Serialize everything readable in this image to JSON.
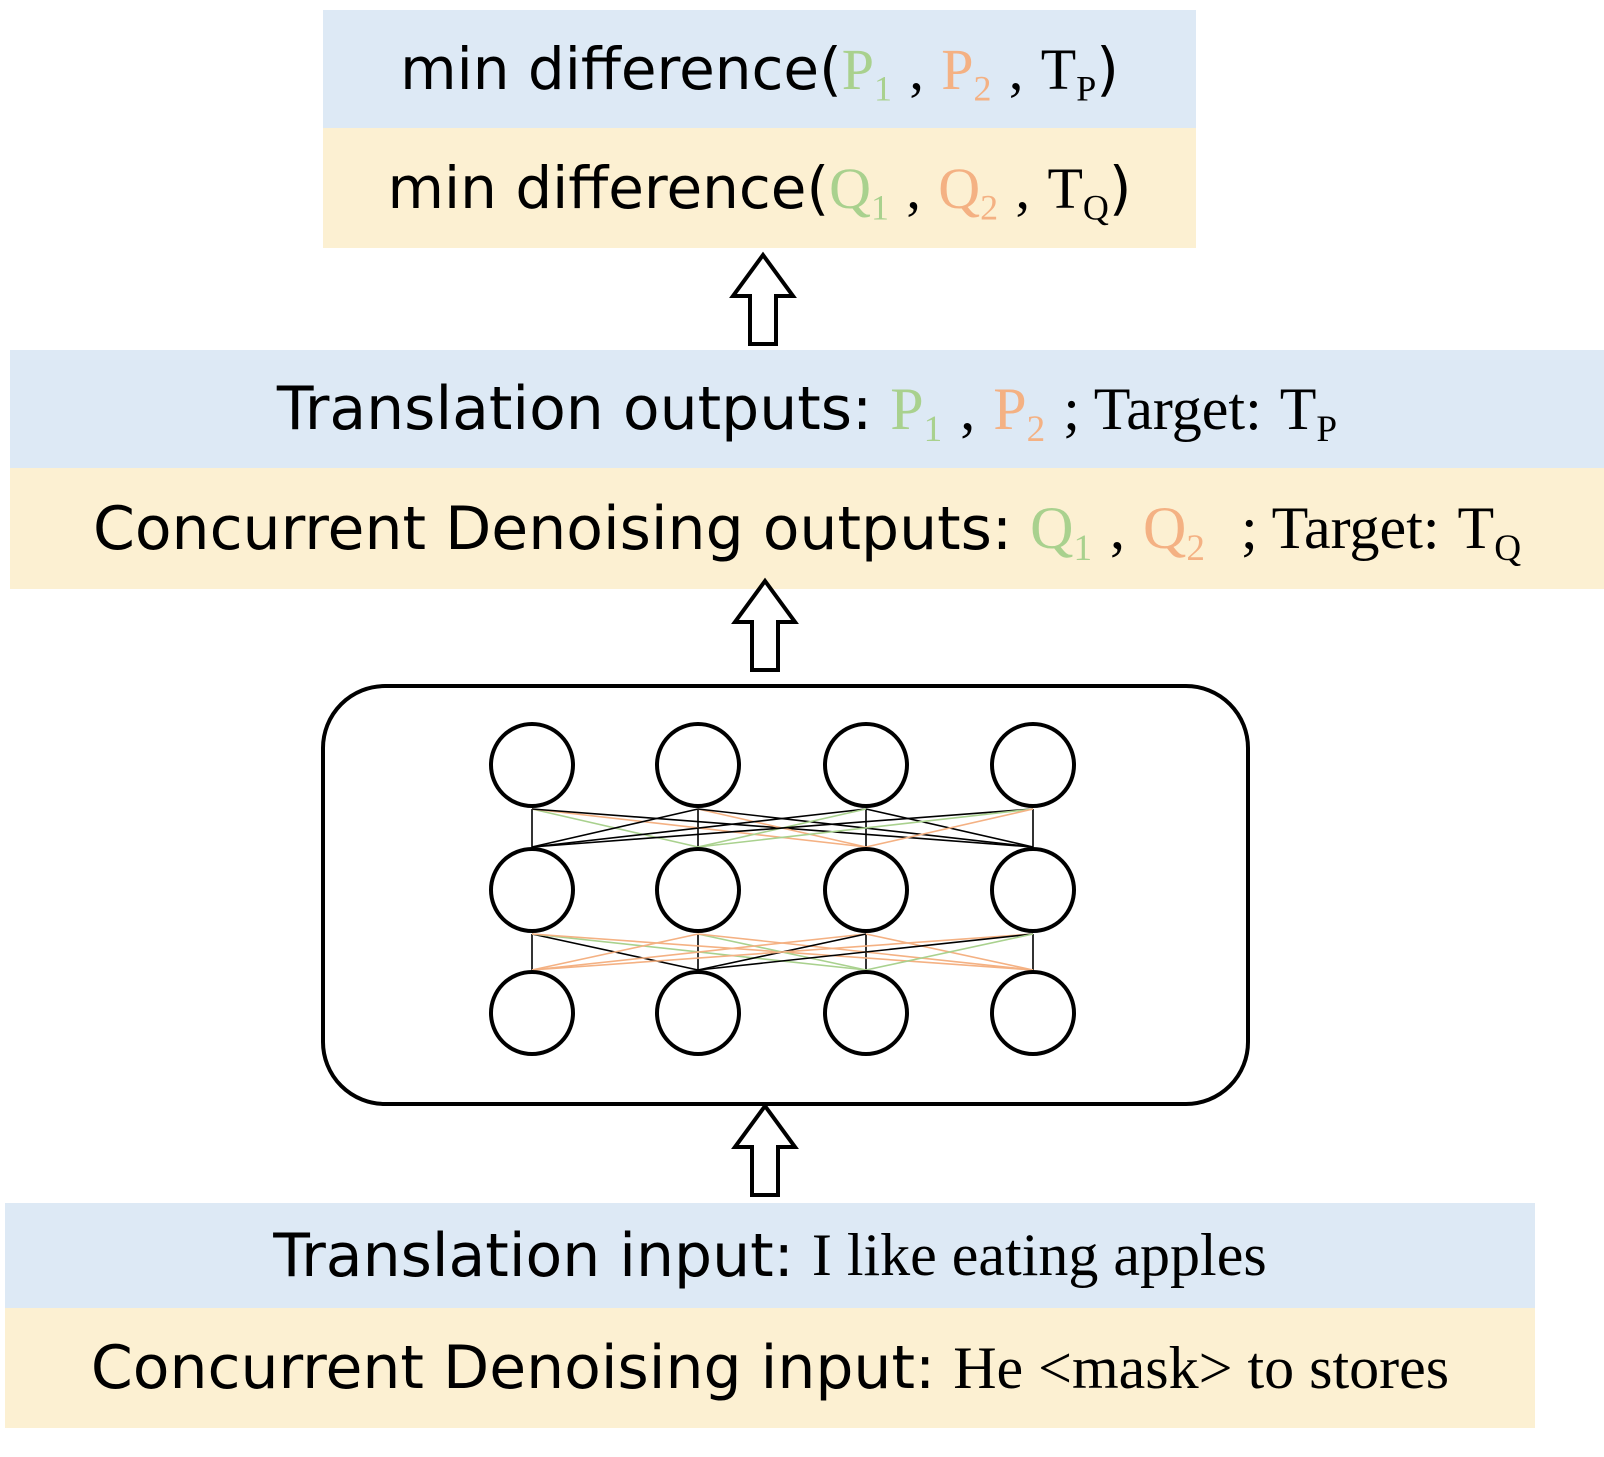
{
  "objective": {
    "row1": {
      "prefix": "min difference(",
      "var1": "P",
      "sub1": "1",
      "sep1": ",",
      "var2": "P",
      "sub2": "2",
      "sep2": ",",
      "target": "T",
      "target_sub": "P",
      "suffix": ")"
    },
    "row2": {
      "prefix": "min difference(",
      "var1": "Q",
      "sub1": "1",
      "sep1": ",",
      "var2": "Q",
      "sub2": "2",
      "sep2": ",",
      "target": "T",
      "target_sub": "Q",
      "suffix": ")"
    }
  },
  "outputs": {
    "translation": {
      "label": "Translation outputs:",
      "var1": "P",
      "sub1": "1",
      "sep": ",",
      "var2": "P",
      "sub2": "2",
      "target_label": "; Target:",
      "target": "T",
      "target_sub": "P"
    },
    "denoising": {
      "label": "Concurrent Denoising outputs:",
      "var1": "Q",
      "sub1": "1",
      "sep": ",",
      "var2": "Q",
      "sub2": "2",
      "target_label": "; Target:",
      "target": "T",
      "target_sub": "Q"
    }
  },
  "inputs": {
    "translation": {
      "label": "Translation input:",
      "value": "I like eating apples"
    },
    "denoising": {
      "label": "Concurrent Denoising input:",
      "value": "He <mask> to stores"
    }
  },
  "colors": {
    "blue_band": "#dde9f5",
    "yellow_band": "#fcf0d2",
    "green": "#a9d18e",
    "orange": "#f4b183",
    "black": "#000000"
  },
  "network": {
    "layers": 3,
    "nodes_per_layer": 4,
    "edge_colors": [
      "black",
      "orange",
      "green"
    ]
  }
}
